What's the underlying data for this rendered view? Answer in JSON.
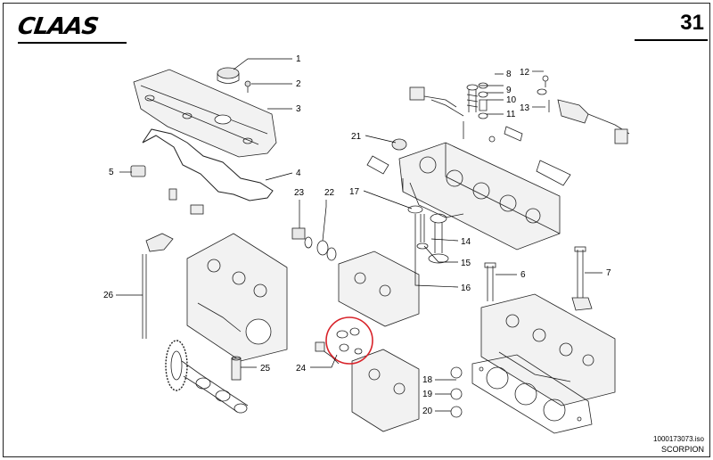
{
  "header": {
    "logo_text": "CLAAS",
    "page_number": "31"
  },
  "footer": {
    "doc_id": "1000173073.iso",
    "model": "SCORPION"
  },
  "callouts": [
    "1",
    "2",
    "3",
    "4",
    "5",
    "6",
    "7",
    "8",
    "9",
    "10",
    "11",
    "12",
    "13",
    "14",
    "15",
    "16",
    "17",
    "18",
    "19",
    "20",
    "21",
    "22",
    "23",
    "24",
    "25",
    "26"
  ],
  "highlight": {
    "shape": "circle",
    "color": "#d8232a",
    "target": "part-24-seal-group"
  }
}
